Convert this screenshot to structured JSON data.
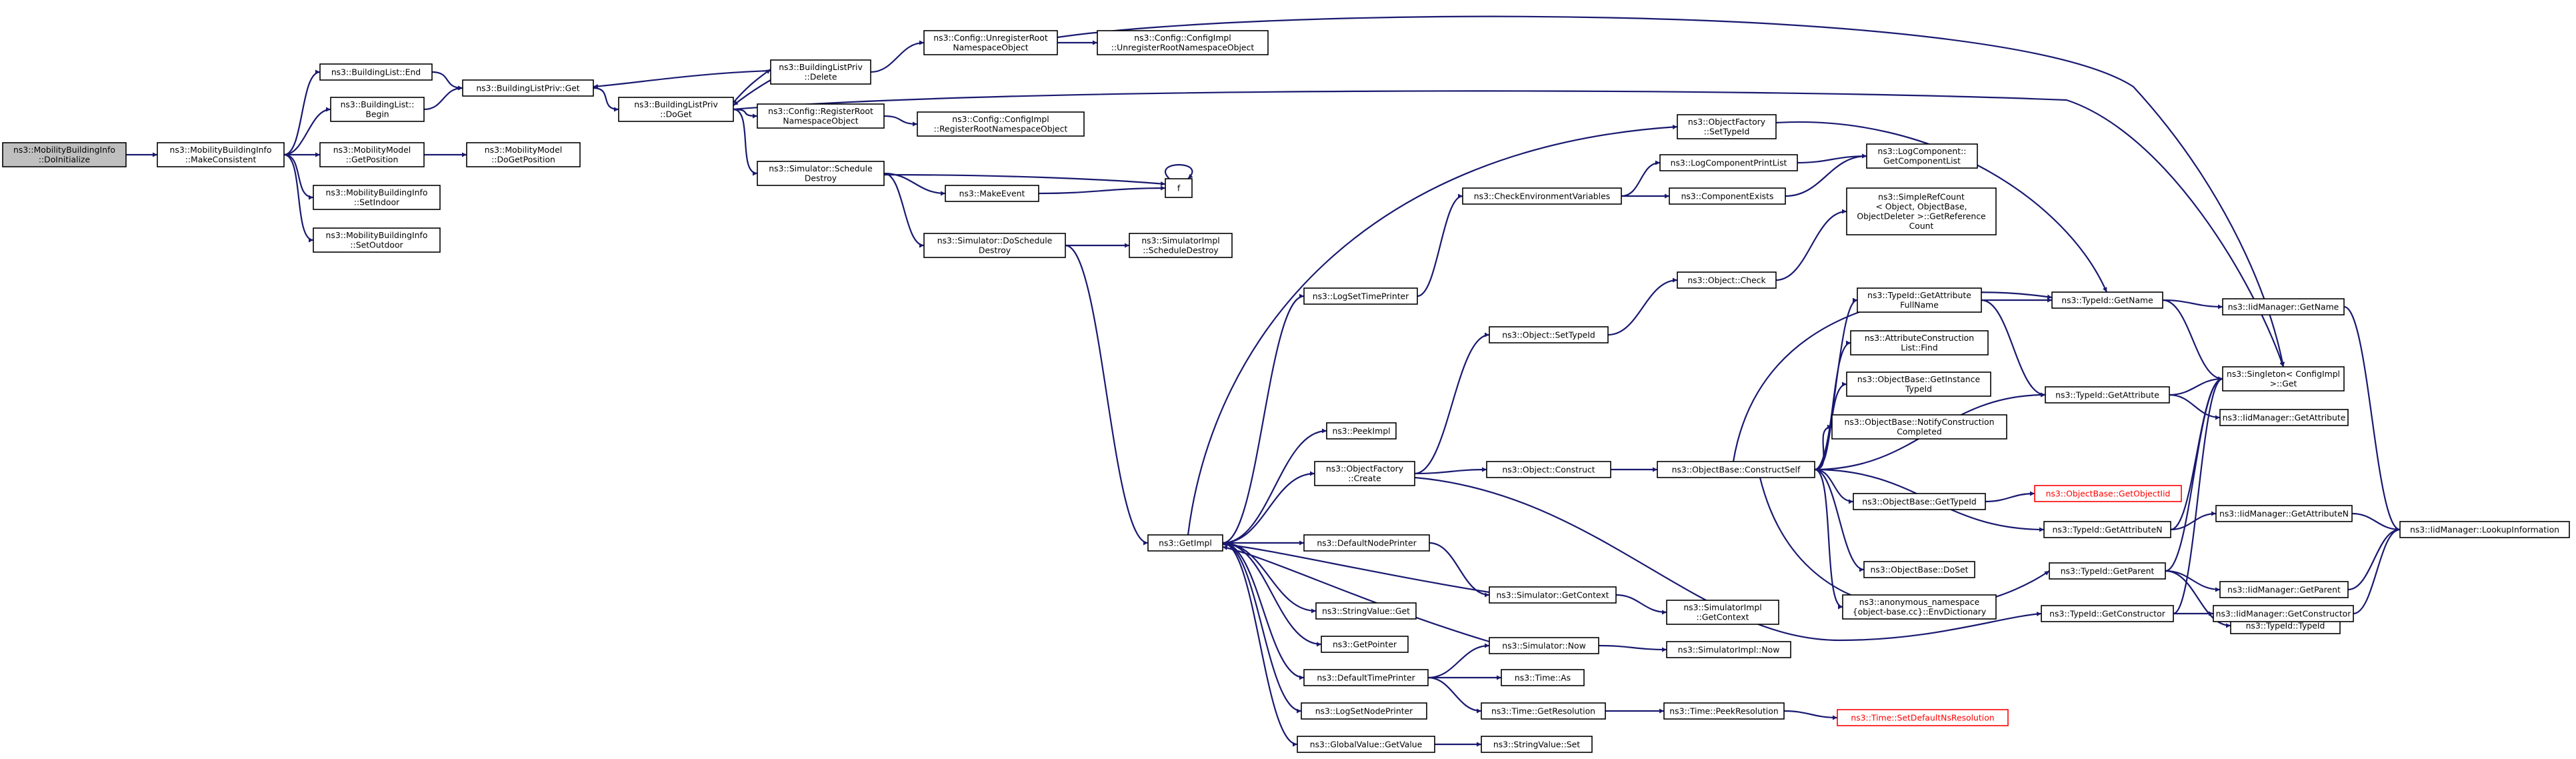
{
  "diagram": {
    "nodes": [
      {
        "id": "root",
        "lines": [
          "ns3::MobilityBuildingInfo",
          "::DoInitialize"
        ],
        "style": "root"
      },
      {
        "id": "make_consistent",
        "lines": [
          "ns3::MobilityBuildingInfo",
          "::MakeConsistent"
        ]
      },
      {
        "id": "bl_end",
        "lines": [
          "ns3::BuildingList::End"
        ]
      },
      {
        "id": "bl_begin",
        "lines": [
          "ns3::BuildingList::",
          "Begin"
        ]
      },
      {
        "id": "mm_getpos",
        "lines": [
          "ns3::MobilityModel",
          "::GetPosition"
        ]
      },
      {
        "id": "mbi_setindoor",
        "lines": [
          "ns3::MobilityBuildingInfo",
          "::SetIndoor"
        ]
      },
      {
        "id": "mbi_setoutdoor",
        "lines": [
          "ns3::MobilityBuildingInfo",
          "::SetOutdoor"
        ]
      },
      {
        "id": "blp_get",
        "lines": [
          "ns3::BuildingListPriv::Get"
        ]
      },
      {
        "id": "mm_dogetpos",
        "lines": [
          "ns3::MobilityModel",
          "::DoGetPosition"
        ]
      },
      {
        "id": "blp_doget",
        "lines": [
          "ns3::BuildingListPriv",
          "::DoGet"
        ]
      },
      {
        "id": "blp_delete",
        "lines": [
          "ns3::BuildingListPriv",
          "::Delete"
        ]
      },
      {
        "id": "cfg_regroot",
        "lines": [
          "ns3::Config::RegisterRoot",
          "NamespaceObject"
        ]
      },
      {
        "id": "sim_schedestroy",
        "lines": [
          "ns3::Simulator::Schedule",
          "Destroy"
        ]
      },
      {
        "id": "cfg_unregroot",
        "lines": [
          "ns3::Config::UnregisterRoot",
          "NamespaceObject"
        ]
      },
      {
        "id": "cfgimpl_unreg",
        "lines": [
          "ns3::Config::ConfigImpl",
          "::UnregisterRootNamespaceObject"
        ]
      },
      {
        "id": "cfgimpl_reg",
        "lines": [
          "ns3::Config::ConfigImpl",
          "::RegisterRootNamespaceObject"
        ]
      },
      {
        "id": "makeevent",
        "lines": [
          "ns3::MakeEvent"
        ]
      },
      {
        "id": "f",
        "lines": [
          "f"
        ]
      },
      {
        "id": "sim_dosched",
        "lines": [
          "ns3::Simulator::DoSchedule",
          "Destroy"
        ]
      },
      {
        "id": "simimpl_sched",
        "lines": [
          "ns3::SimulatorImpl",
          "::ScheduleDestroy"
        ]
      },
      {
        "id": "getimpl",
        "lines": [
          "ns3::GetImpl"
        ]
      },
      {
        "id": "logsettimeprinter",
        "lines": [
          "ns3::LogSetTimePrinter"
        ]
      },
      {
        "id": "peekimpl",
        "lines": [
          "ns3::PeekImpl"
        ]
      },
      {
        "id": "objfactory_create",
        "lines": [
          "ns3::ObjectFactory",
          "::Create"
        ]
      },
      {
        "id": "defnodeprinter",
        "lines": [
          "ns3::DefaultNodePrinter"
        ]
      },
      {
        "id": "stringvalue_get",
        "lines": [
          "ns3::StringValue::Get"
        ]
      },
      {
        "id": "getpointer",
        "lines": [
          "ns3::GetPointer"
        ]
      },
      {
        "id": "deftimeprinter",
        "lines": [
          "ns3::DefaultTimePrinter"
        ]
      },
      {
        "id": "logsetnodeprinter",
        "lines": [
          "ns3::LogSetNodePrinter"
        ]
      },
      {
        "id": "gv_getvalue",
        "lines": [
          "ns3::GlobalValue::GetValue"
        ]
      },
      {
        "id": "objfactory_settypeid",
        "lines": [
          "ns3::ObjectFactory",
          "::SetTypeId"
        ]
      },
      {
        "id": "checkenv",
        "lines": [
          "ns3::CheckEnvironmentVariables"
        ]
      },
      {
        "id": "logcompprintlist",
        "lines": [
          "ns3::LogComponentPrintList"
        ]
      },
      {
        "id": "compexists",
        "lines": [
          "ns3::ComponentExists"
        ]
      },
      {
        "id": "logcomp_getlist",
        "lines": [
          "ns3::LogComponent::",
          "GetComponentList"
        ]
      },
      {
        "id": "simplerefcount",
        "lines": [
          "ns3::SimpleRefCount",
          "< Object, ObjectBase,",
          "ObjectDeleter >::GetReference",
          "Count"
        ]
      },
      {
        "id": "object_check",
        "lines": [
          "ns3::Object::Check"
        ]
      },
      {
        "id": "object_settypeid",
        "lines": [
          "ns3::Object::SetTypeId"
        ]
      },
      {
        "id": "object_construct",
        "lines": [
          "ns3::Object::Construct"
        ]
      },
      {
        "id": "ob_constructself",
        "lines": [
          "ns3::ObjectBase::ConstructSelf"
        ]
      },
      {
        "id": "sim_getcontext",
        "lines": [
          "ns3::Simulator::GetContext"
        ]
      },
      {
        "id": "simimpl_getcontext",
        "lines": [
          "ns3::SimulatorImpl",
          "::GetContext"
        ]
      },
      {
        "id": "sim_now",
        "lines": [
          "ns3::Simulator::Now"
        ]
      },
      {
        "id": "simimpl_now",
        "lines": [
          "ns3::SimulatorImpl::Now"
        ]
      },
      {
        "id": "time_as",
        "lines": [
          "ns3::Time::As"
        ]
      },
      {
        "id": "time_getres",
        "lines": [
          "ns3::Time::GetResolution"
        ]
      },
      {
        "id": "time_peekres",
        "lines": [
          "ns3::Time::PeekResolution"
        ]
      },
      {
        "id": "time_setdefault",
        "lines": [
          "ns3::Time::SetDefaultNsResolution"
        ],
        "style": "red"
      },
      {
        "id": "stringvalue_set",
        "lines": [
          "ns3::StringValue::Set"
        ]
      },
      {
        "id": "typeid_getattrfullname",
        "lines": [
          "ns3::TypeId::GetAttribute",
          "FullName"
        ]
      },
      {
        "id": "attrconstr_find",
        "lines": [
          "ns3::AttributeConstruction",
          "List::Find"
        ]
      },
      {
        "id": "ob_getinstancetypeid",
        "lines": [
          "ns3::ObjectBase::GetInstance",
          "TypeId"
        ]
      },
      {
        "id": "ob_notifyconstr",
        "lines": [
          "ns3::ObjectBase::NotifyConstruction",
          "Completed"
        ]
      },
      {
        "id": "ob_gettypeid",
        "lines": [
          "ns3::ObjectBase::GetTypeId"
        ]
      },
      {
        "id": "ob_getobjectiid",
        "lines": [
          "ns3::ObjectBase::GetObjectIid"
        ],
        "style": "red"
      },
      {
        "id": "ob_doset",
        "lines": [
          "ns3::ObjectBase::DoSet"
        ]
      },
      {
        "id": "envdict",
        "lines": [
          "ns3::anonymous_namespace",
          "{object-base.cc}::EnvDictionary"
        ]
      },
      {
        "id": "typeid_getname",
        "lines": [
          "ns3::TypeId::GetName"
        ]
      },
      {
        "id": "typeid_getattribute",
        "lines": [
          "ns3::TypeId::GetAttribute"
        ]
      },
      {
        "id": "typeid_getattributen",
        "lines": [
          "ns3::TypeId::GetAttributeN"
        ]
      },
      {
        "id": "typeid_getparent",
        "lines": [
          "ns3::TypeId::GetParent"
        ]
      },
      {
        "id": "typeid_getconstructor",
        "lines": [
          "ns3::TypeId::GetConstructor"
        ]
      },
      {
        "id": "iid_getname",
        "lines": [
          "ns3::IidManager::GetName"
        ]
      },
      {
        "id": "singleton_get",
        "lines": [
          "ns3::Singleton< ConfigImpl",
          " >::Get"
        ]
      },
      {
        "id": "iid_getattribute",
        "lines": [
          "ns3::IidManager::GetAttribute"
        ]
      },
      {
        "id": "iid_getattributen",
        "lines": [
          "ns3::IidManager::GetAttributeN"
        ]
      },
      {
        "id": "iid_getparent",
        "lines": [
          "ns3::IidManager::GetParent"
        ]
      },
      {
        "id": "typeid_typeid",
        "lines": [
          "ns3::TypeId::TypeId"
        ]
      },
      {
        "id": "iid_getconstructor",
        "lines": [
          "ns3::IidManager::GetConstructor"
        ]
      },
      {
        "id": "iid_lookup",
        "lines": [
          "ns3::IidManager::LookupInformation"
        ]
      }
    ]
  }
}
